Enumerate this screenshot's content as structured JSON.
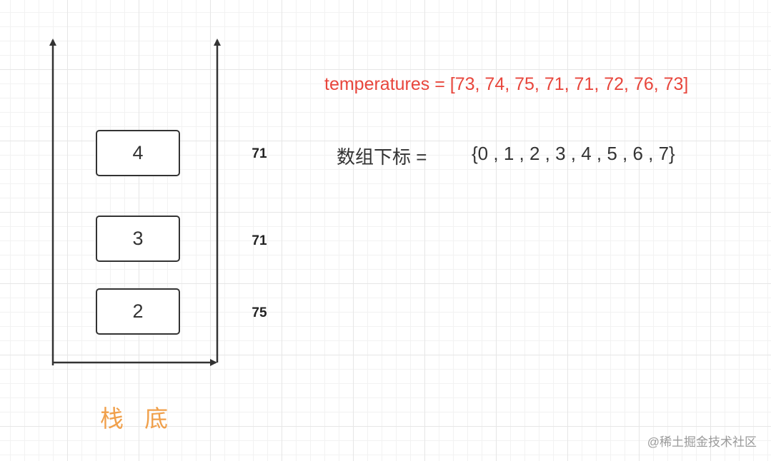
{
  "stack": {
    "items": [
      {
        "index": "4",
        "value": "71"
      },
      {
        "index": "3",
        "value": "71"
      },
      {
        "index": "2",
        "value": "75"
      }
    ],
    "bottom_label": "栈 底"
  },
  "temperatures_text": "temperatures = [73, 74, 75, 71, 71, 72, 76, 73]",
  "index_label": "数组下标 =",
  "index_values": "{0 , 1 , 2 , 3 , 4 , 5 , 6 , 7}",
  "watermark": "@稀土掘金技术社区",
  "colors": {
    "temperatures_text": "#e8463c",
    "stack_bottom_label": "#f0a04b",
    "stack_outline": "#333333"
  }
}
